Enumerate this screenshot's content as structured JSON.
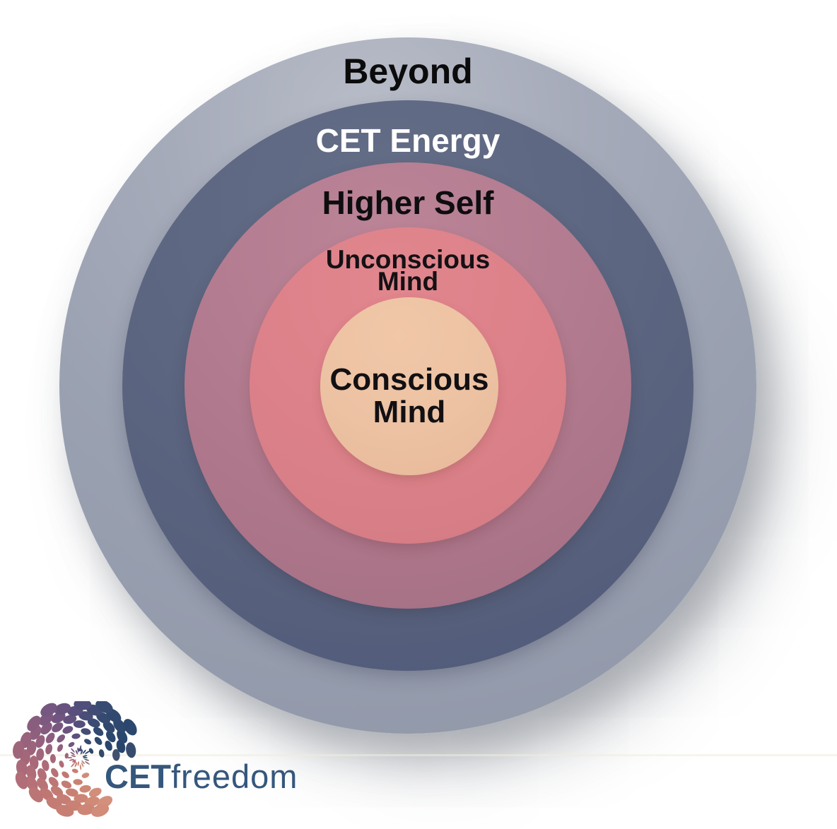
{
  "diagram": {
    "type": "concentric-circles",
    "rings": [
      {
        "label": "Beyond",
        "fill": "#9ba1b1",
        "label_color": "#0b0b0c"
      },
      {
        "label": "CET Energy",
        "fill": "#5c6681",
        "label_color": "#ffffff"
      },
      {
        "label": "Higher Self",
        "fill": "#b27b8f",
        "label_color": "#0e0d0f"
      },
      {
        "label": "Unconscious Mind",
        "line1": "Unconscious",
        "line2": "Mind",
        "fill": "#dc8189",
        "label_color": "#141114"
      },
      {
        "label": "Conscious Mind",
        "line1": "Conscious",
        "line2": "Mind",
        "fill": "#ecc2a3",
        "label_color": "#121013"
      }
    ]
  },
  "logo": {
    "brand_bold": "CET",
    "brand_light": "freedom",
    "text_color": "#35577c",
    "mark_color_stops": [
      [
        58,
        "#d4917d"
      ],
      [
        90,
        "#cb8373"
      ],
      [
        130,
        "#c17874"
      ],
      [
        170,
        "#ab6a79"
      ],
      [
        205,
        "#93607d"
      ],
      [
        240,
        "#745681"
      ],
      [
        270,
        "#544e7b"
      ],
      [
        300,
        "#344a70"
      ],
      [
        345,
        "#27456b"
      ],
      [
        418,
        "#d4917d"
      ]
    ]
  }
}
